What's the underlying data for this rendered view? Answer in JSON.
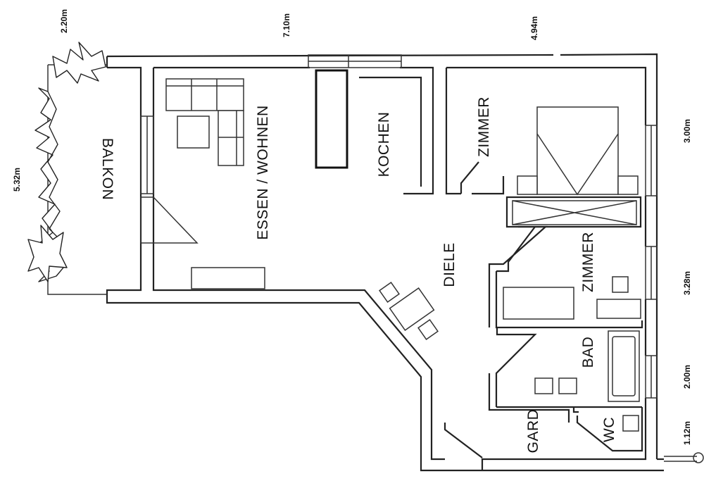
{
  "rooms": {
    "balkon": "BALKON",
    "essen_wohnen": "ESSEN / WOHNEN",
    "kochen": "KOCHEN",
    "zimmer_1": "ZIMMER",
    "zimmer_2": "ZIMMER",
    "diele": "DIELE",
    "bad": "BAD",
    "gard": "GARD",
    "wc": "WC"
  },
  "dimensions": {
    "balkon_width": "2.20m",
    "living_width": "7.10m",
    "room_width": "4.94m",
    "balkon_length": "5.32m",
    "zimmer_1_depth": "3.00m",
    "zimmer_2_depth": "3.28m",
    "bad_depth": "2.00m",
    "wc_depth": "1.12m"
  }
}
